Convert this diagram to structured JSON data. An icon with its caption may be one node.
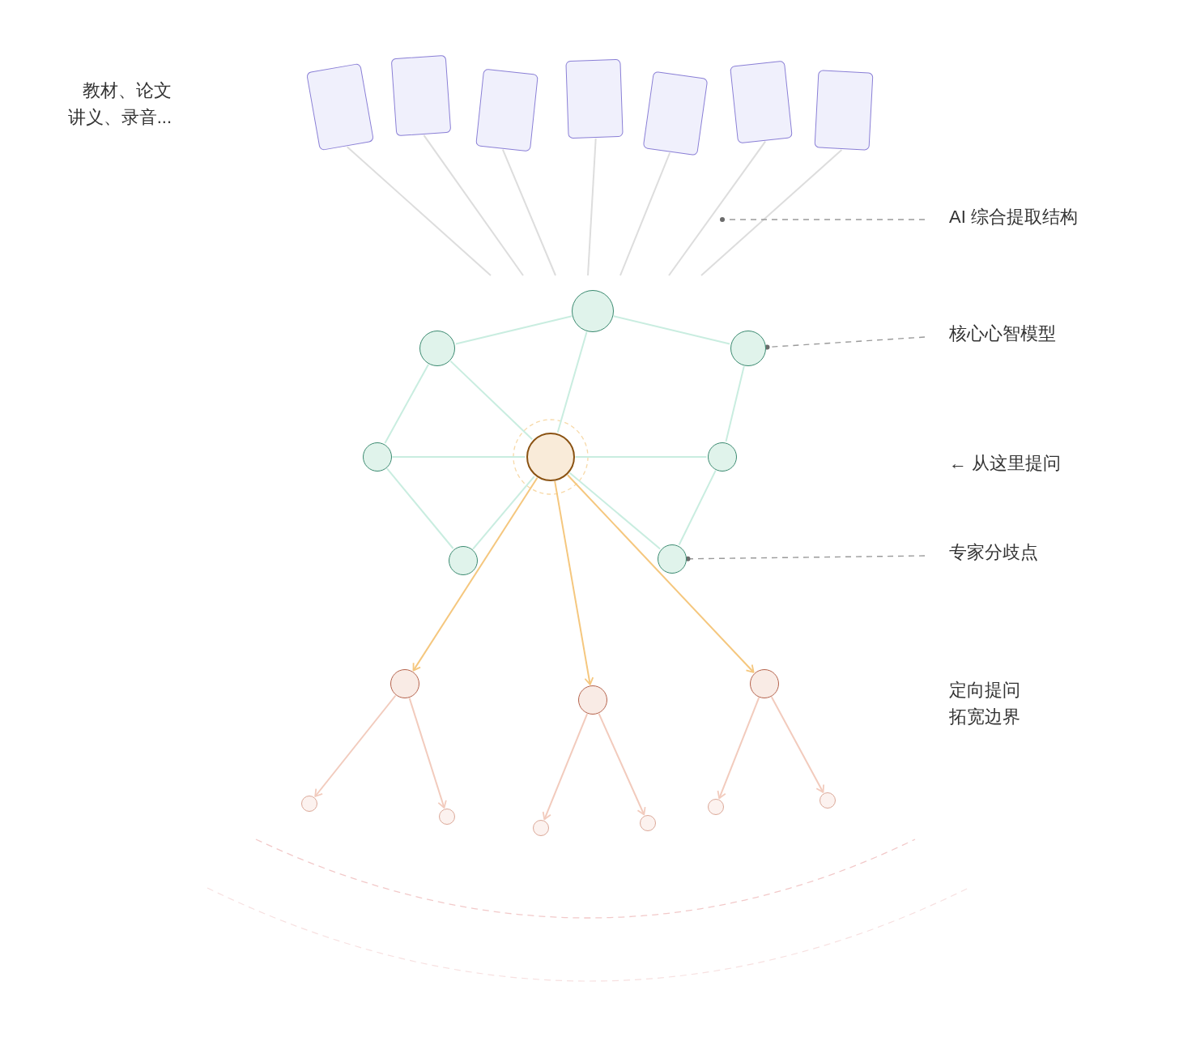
{
  "diagram": {
    "nodes": [
      {
        "text": [],
        "shape": "box"
      },
      {
        "text": [],
        "shape": "box"
      },
      {
        "text": [],
        "shape": "box"
      },
      {
        "text": [],
        "shape": "box"
      },
      {
        "text": [],
        "shape": "box"
      },
      {
        "text": [],
        "shape": "box"
      },
      {
        "text": [],
        "shape": "box"
      },
      {
        "text": [],
        "shape": "circle"
      },
      {
        "text": [],
        "shape": "circle"
      },
      {
        "text": [],
        "shape": "circle"
      },
      {
        "text": [],
        "shape": "circle"
      },
      {
        "text": [],
        "shape": "circle"
      },
      {
        "text": [],
        "shape": "circle"
      },
      {
        "text": [],
        "shape": "circle"
      },
      {
        "text": [],
        "shape": "circle"
      },
      {
        "text": [],
        "shape": "circle"
      },
      {
        "text": [],
        "shape": "circle"
      },
      {
        "text": [],
        "shape": "circle"
      },
      {
        "text": [],
        "shape": "circle"
      },
      {
        "text": [],
        "shape": "circle"
      },
      {
        "text": [],
        "shape": "circle"
      },
      {
        "text": [],
        "shape": "circle"
      },
      {
        "text": [],
        "shape": "circle"
      },
      {
        "text": [],
        "shape": "circle"
      },
      {
        "text": [
          "AI 综合提取结构"
        ]
      },
      {
        "text": [
          "核心心智模型"
        ]
      },
      {
        "text": [
          "专家分歧点"
        ]
      }
    ],
    "edges": [
      {
        "from": 0,
        "to": null,
        "arrow": "none",
        "color": "#dddddd"
      },
      {
        "from": 1,
        "to": null,
        "arrow": "none",
        "color": "#dddddd"
      },
      {
        "from": 2,
        "to": null,
        "arrow": "none",
        "color": "#dddddd"
      },
      {
        "from": 3,
        "to": null,
        "arrow": "none",
        "color": "#dddddd"
      },
      {
        "from": 4,
        "to": null,
        "arrow": "none",
        "color": "#dddddd"
      },
      {
        "from": 5,
        "to": null,
        "arrow": "none",
        "color": "#dddddd"
      },
      {
        "from": 6,
        "to": null,
        "arrow": "none",
        "color": "#dddddd"
      },
      {
        "from": 7,
        "to": 8,
        "arrow": "none"
      },
      {
        "from": 7,
        "to": 9,
        "arrow": "none"
      },
      {
        "from": 7,
        "to": 11,
        "arrow": "none"
      },
      {
        "from": 8,
        "to": 10,
        "arrow": "none"
      },
      {
        "from": 8,
        "to": 11,
        "arrow": "none"
      },
      {
        "from": 9,
        "to": 12,
        "arrow": "none"
      },
      {
        "from": 10,
        "to": 11,
        "arrow": "none"
      },
      {
        "from": 11,
        "to": 12,
        "arrow": "none"
      },
      {
        "from": 10,
        "to": 13,
        "arrow": "none"
      },
      {
        "from": 13,
        "to": 11,
        "arrow": "none"
      },
      {
        "from": 11,
        "to": 14,
        "arrow": "none"
      },
      {
        "from": 12,
        "to": 14,
        "arrow": "none"
      },
      {
        "from": 11,
        "to": 15,
        "arrow": "to",
        "color": "#f5c77e"
      },
      {
        "from": 11,
        "to": 16,
        "arrow": "to",
        "color": "#f5c77e"
      },
      {
        "from": 11,
        "to": 17,
        "arrow": "to",
        "color": "#f5c77e"
      },
      {
        "from": 15,
        "to": 18,
        "arrow": "to",
        "color": "#f2cbbd"
      },
      {
        "from": 15,
        "to": 19,
        "arrow": "to",
        "color": "#f2cbbd"
      },
      {
        "from": 16,
        "to": 20,
        "arrow": "to",
        "color": "#f2cbbd"
      },
      {
        "from": 16,
        "to": 21,
        "arrow": "to",
        "color": "#f2cbbd"
      },
      {
        "from": 17,
        "to": 22,
        "arrow": "to",
        "color": "#f2cbbd"
      },
      {
        "from": 17,
        "to": 23,
        "arrow": "to",
        "color": "#f2cbbd"
      },
      {
        "from": 24,
        "to": null,
        "arrow": "other",
        "style": "dashed",
        "color": "#9a9a9a"
      },
      {
        "from": 25,
        "to": 9,
        "arrow": "other",
        "style": "dashed",
        "color": "#9a9a9a"
      },
      {
        "from": 26,
        "to": 14,
        "arrow": "other",
        "style": "dashed",
        "color": "#9a9a9a"
      }
    ],
    "labels": [
      "教材、论文讲义、录音...",
      "← 从这里提问",
      "定向提问拓宽边界"
    ]
  }
}
